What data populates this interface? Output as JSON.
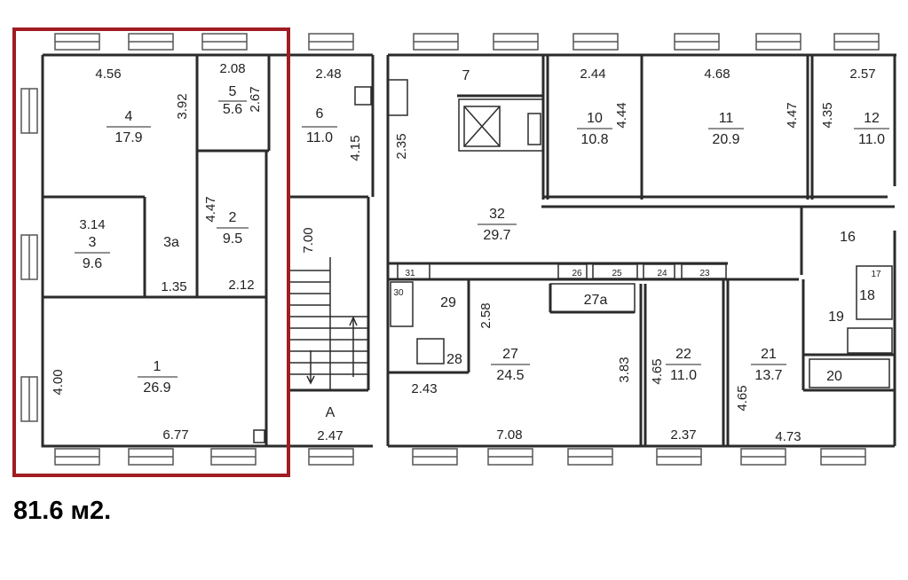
{
  "caption": "81.6 м2.",
  "colors": {
    "highlight": "#a01c22",
    "wall": "#2b2b2b",
    "window": "#555555",
    "text": "#222222"
  },
  "rooms": [
    {
      "id": "r4",
      "number": "4",
      "area": "17.9"
    },
    {
      "id": "r5",
      "number": "5",
      "area": "5.6"
    },
    {
      "id": "r6",
      "number": "6",
      "area": "11.0"
    },
    {
      "id": "r7",
      "number": "7"
    },
    {
      "id": "r10",
      "number": "10",
      "area": "10.8"
    },
    {
      "id": "r11",
      "number": "11",
      "area": "20.9"
    },
    {
      "id": "r12",
      "number": "12",
      "area": "11.0"
    },
    {
      "id": "r3",
      "number": "3",
      "area": "9.6"
    },
    {
      "id": "r3a",
      "number": "3а"
    },
    {
      "id": "r2",
      "number": "2",
      "area": "9.5"
    },
    {
      "id": "r32",
      "number": "32",
      "area": "29.7"
    },
    {
      "id": "r16",
      "number": "16"
    },
    {
      "id": "r1",
      "number": "1",
      "area": "26.9"
    },
    {
      "id": "r27",
      "number": "27",
      "area": "24.5"
    },
    {
      "id": "r27a",
      "number": "27а"
    },
    {
      "id": "r22",
      "number": "22",
      "area": "11.0"
    },
    {
      "id": "r21",
      "number": "21",
      "area": "13.7"
    },
    {
      "id": "r29",
      "number": "29"
    },
    {
      "id": "r28",
      "number": "28"
    },
    {
      "id": "r19",
      "number": "19"
    },
    {
      "id": "r18",
      "number": "18"
    },
    {
      "id": "r20",
      "number": "20"
    },
    {
      "id": "r17",
      "number": "17"
    },
    {
      "id": "r31",
      "number": "31"
    },
    {
      "id": "r30",
      "number": "30"
    },
    {
      "id": "r26",
      "number": "26"
    },
    {
      "id": "r25",
      "number": "25"
    },
    {
      "id": "r24",
      "number": "24"
    },
    {
      "id": "r23",
      "number": "23"
    },
    {
      "id": "rA",
      "number": "А"
    }
  ],
  "dimensions": [
    "4.56",
    "3.92",
    "2.08",
    "2.67",
    "2.48",
    "4.15",
    "2.35",
    "2.44",
    "4.44",
    "4.68",
    "4.47",
    "2.57",
    "4.35",
    "3.14",
    "1.35",
    "4.47",
    "2.12",
    "7.00",
    "4.00",
    "6.77",
    "2.47",
    "2.58",
    "2.43",
    "7.08",
    "3.83",
    "4.65",
    "2.37",
    "4.65",
    "4.73"
  ]
}
